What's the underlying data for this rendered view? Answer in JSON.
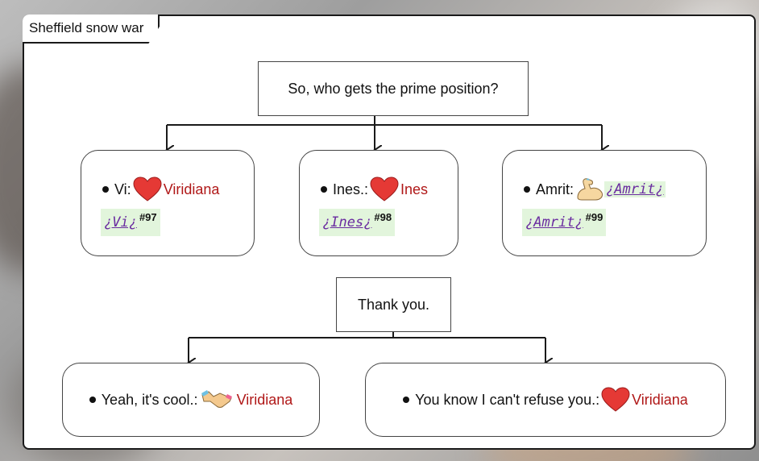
{
  "title": "Sheffield snow war",
  "question1": "So, who gets the prime position?",
  "options": [
    {
      "label": "Vi:",
      "icon": "heart-icon",
      "name": "Viridiana",
      "link": "¿Vi¿",
      "ref": "#97"
    },
    {
      "label": "Ines.:",
      "icon": "heart-icon",
      "name": "Ines",
      "link": "¿Ines¿",
      "ref": "#98"
    },
    {
      "label": "Amrit:",
      "icon": "flexed-biceps-icon",
      "name": "¿Amrit¿",
      "link": "¿Amrit¿",
      "ref": "#99"
    }
  ],
  "question2": "Thank you.",
  "replies": [
    {
      "label": "Yeah, it's cool.:",
      "icon": "handshake-icon",
      "name": "Viridiana"
    },
    {
      "label": "You know I can't refuse you.:",
      "icon": "heart-icon",
      "name": "Viridiana"
    }
  ],
  "colors": {
    "name": "#b01818",
    "link": "#6a2ca0",
    "tag_bg": "#e2f5dc",
    "heart": "#e53935"
  }
}
